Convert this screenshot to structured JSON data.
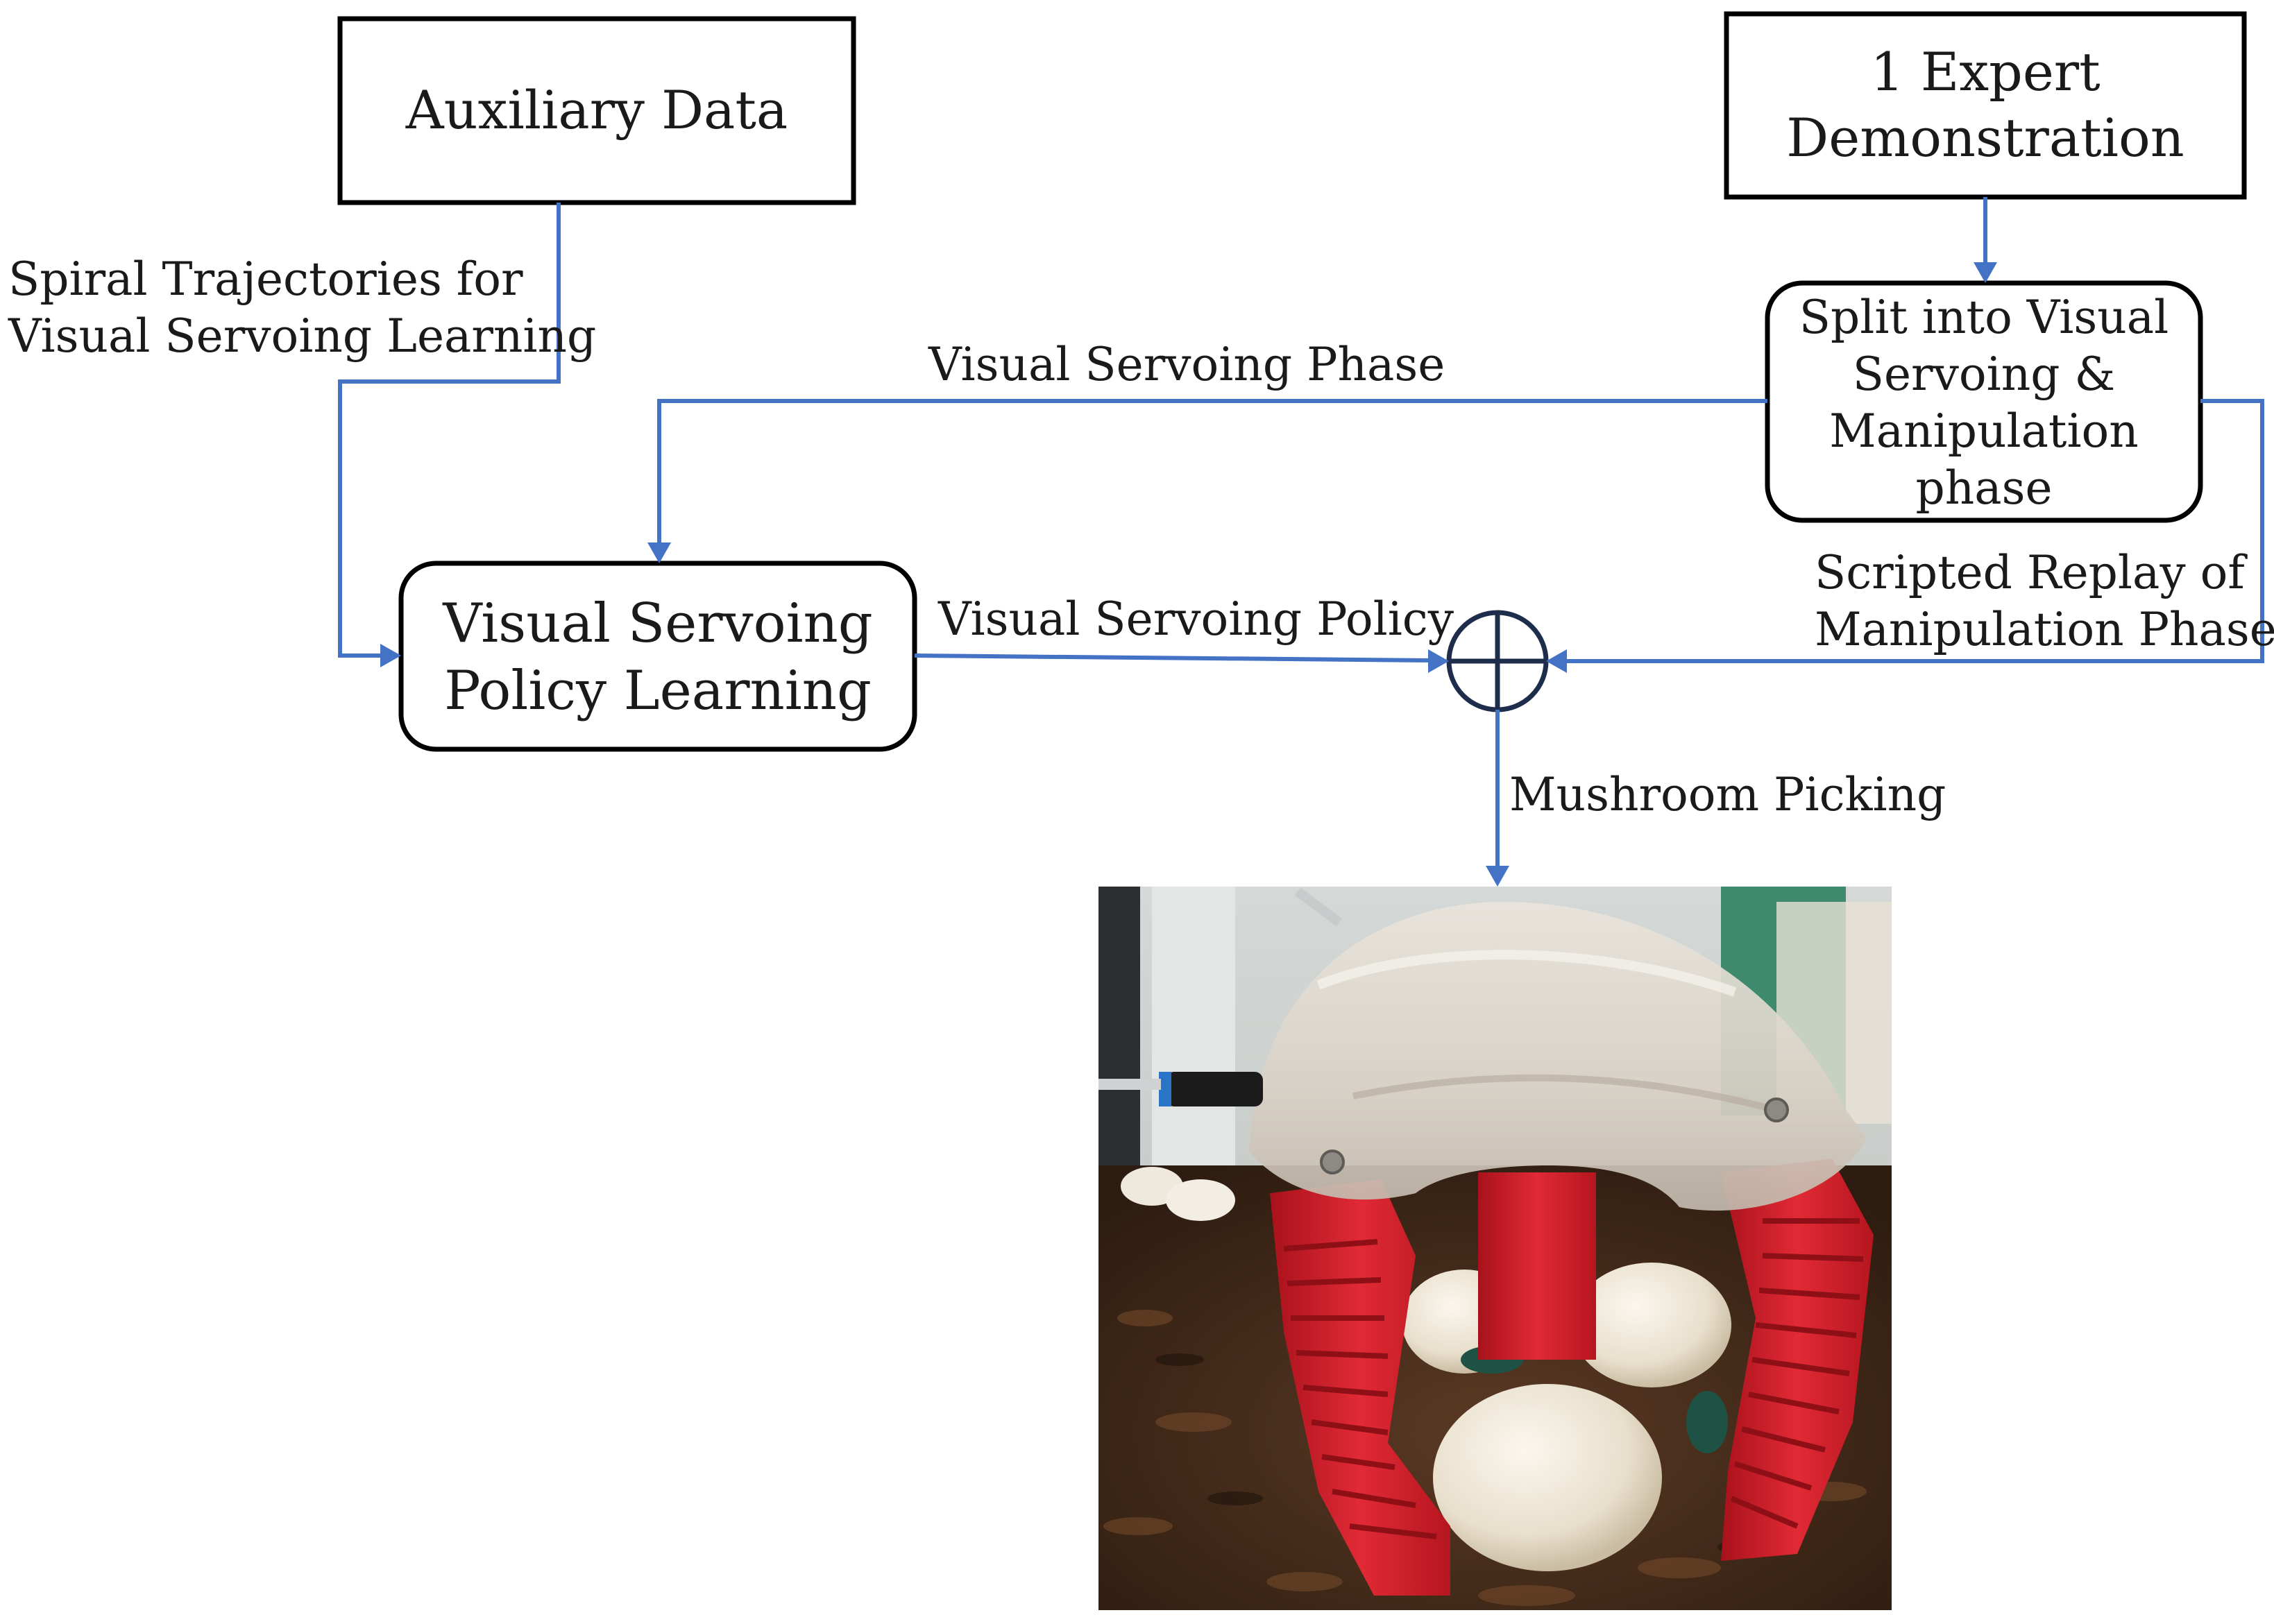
{
  "nodes": {
    "auxiliary_data": "Auxiliary Data",
    "expert_demo": [
      "1 Expert",
      "Demonstration"
    ],
    "split": [
      "Split into Visual",
      "Servoing &",
      "Manipulation",
      "phase"
    ],
    "policy_learning": [
      "Visual Servoing",
      "Policy Learning"
    ]
  },
  "edges": {
    "spiral": [
      "Spiral Trajectories for",
      "Visual Servoing Learning"
    ],
    "vs_phase": "Visual Servoing Phase",
    "vs_policy": "Visual Servoing Policy",
    "scripted": [
      "Scripted Replay of",
      "Manipulation Phase"
    ],
    "mushroom": "Mushroom Picking"
  },
  "photo": {
    "subject": "soft robotic gripper picking a mushroom"
  },
  "colors": {
    "arrow": "#4472c4",
    "box_border": "#000000",
    "circle": "#1f2d4d",
    "gripper_red": "#d8232e"
  }
}
